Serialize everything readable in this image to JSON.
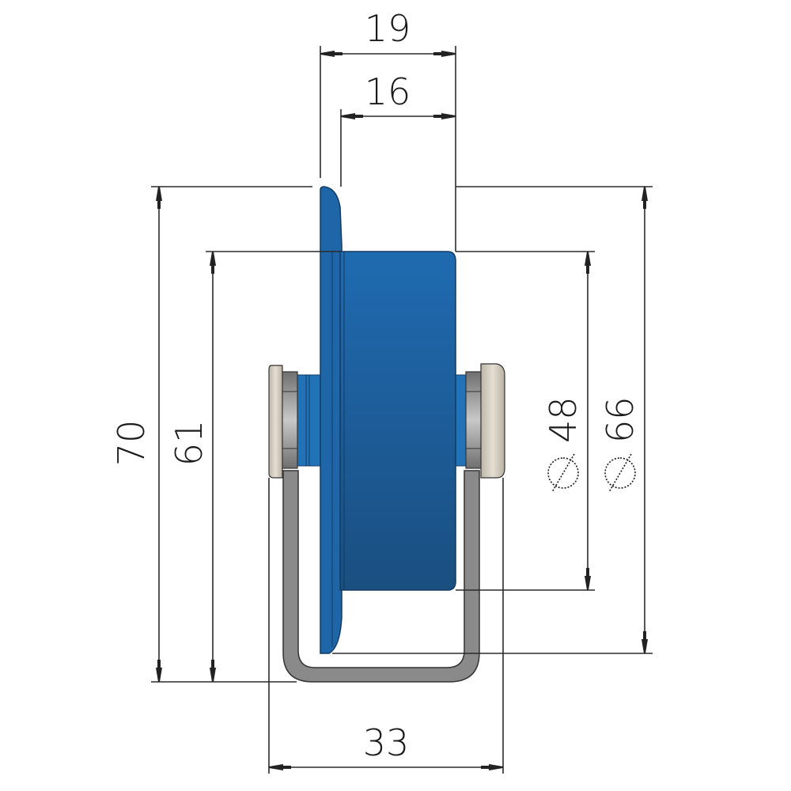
{
  "drawing": {
    "subject": "conveyor roller with U-bracket",
    "colors": {
      "roller_blue": "#1f5f9a",
      "roller_blue_light": "#2e86c8",
      "roller_blue_dark": "#1a4f80",
      "bracket_gray": "#8a8a8a",
      "nut_beige": "#d8d2c4",
      "washer_gray": "#7a7a7a",
      "line": "#2b2b2b"
    },
    "dimensions": {
      "top_width_outer": "19",
      "top_width_inner": "16",
      "height_total": "70",
      "height_inner": "61",
      "diameter_hub": "48",
      "diameter_flange": "66",
      "bottom_width": "33",
      "diameter_symbol": "⌀"
    }
  }
}
